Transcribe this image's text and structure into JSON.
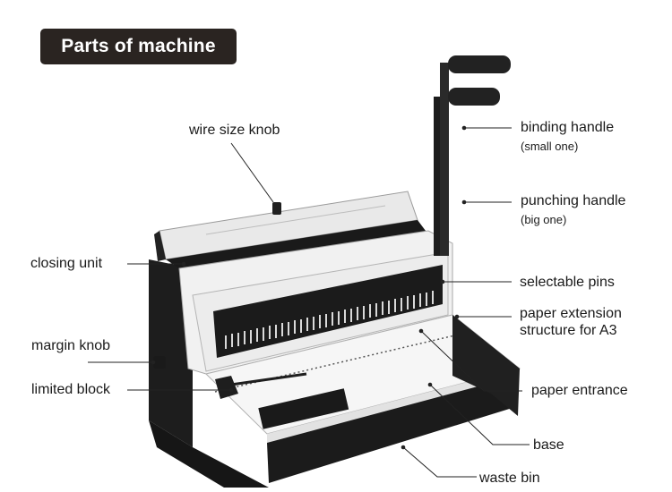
{
  "title": "Parts of machine",
  "colors": {
    "title_bg": "#2a2421",
    "title_text": "#ffffff",
    "body_white": "#ececec",
    "body_dark": "#1c1c1c",
    "leader_line": "#222222"
  },
  "labels": {
    "wire_size_knob": "wire size knob",
    "binding_handle": "binding handle",
    "binding_handle_note": "(small one)",
    "punching_handle": "punching handle",
    "punching_handle_note": "(big one)",
    "closing_unit": "closing unit",
    "selectable_pins": "selectable pins",
    "paper_extension_line1": "paper extension",
    "paper_extension_line2": "structure for A3",
    "margin_knob": "margin knob",
    "limited_block": "limited block",
    "paper_entrance": "paper entrance",
    "base": "base",
    "waste_bin": "waste bin"
  }
}
